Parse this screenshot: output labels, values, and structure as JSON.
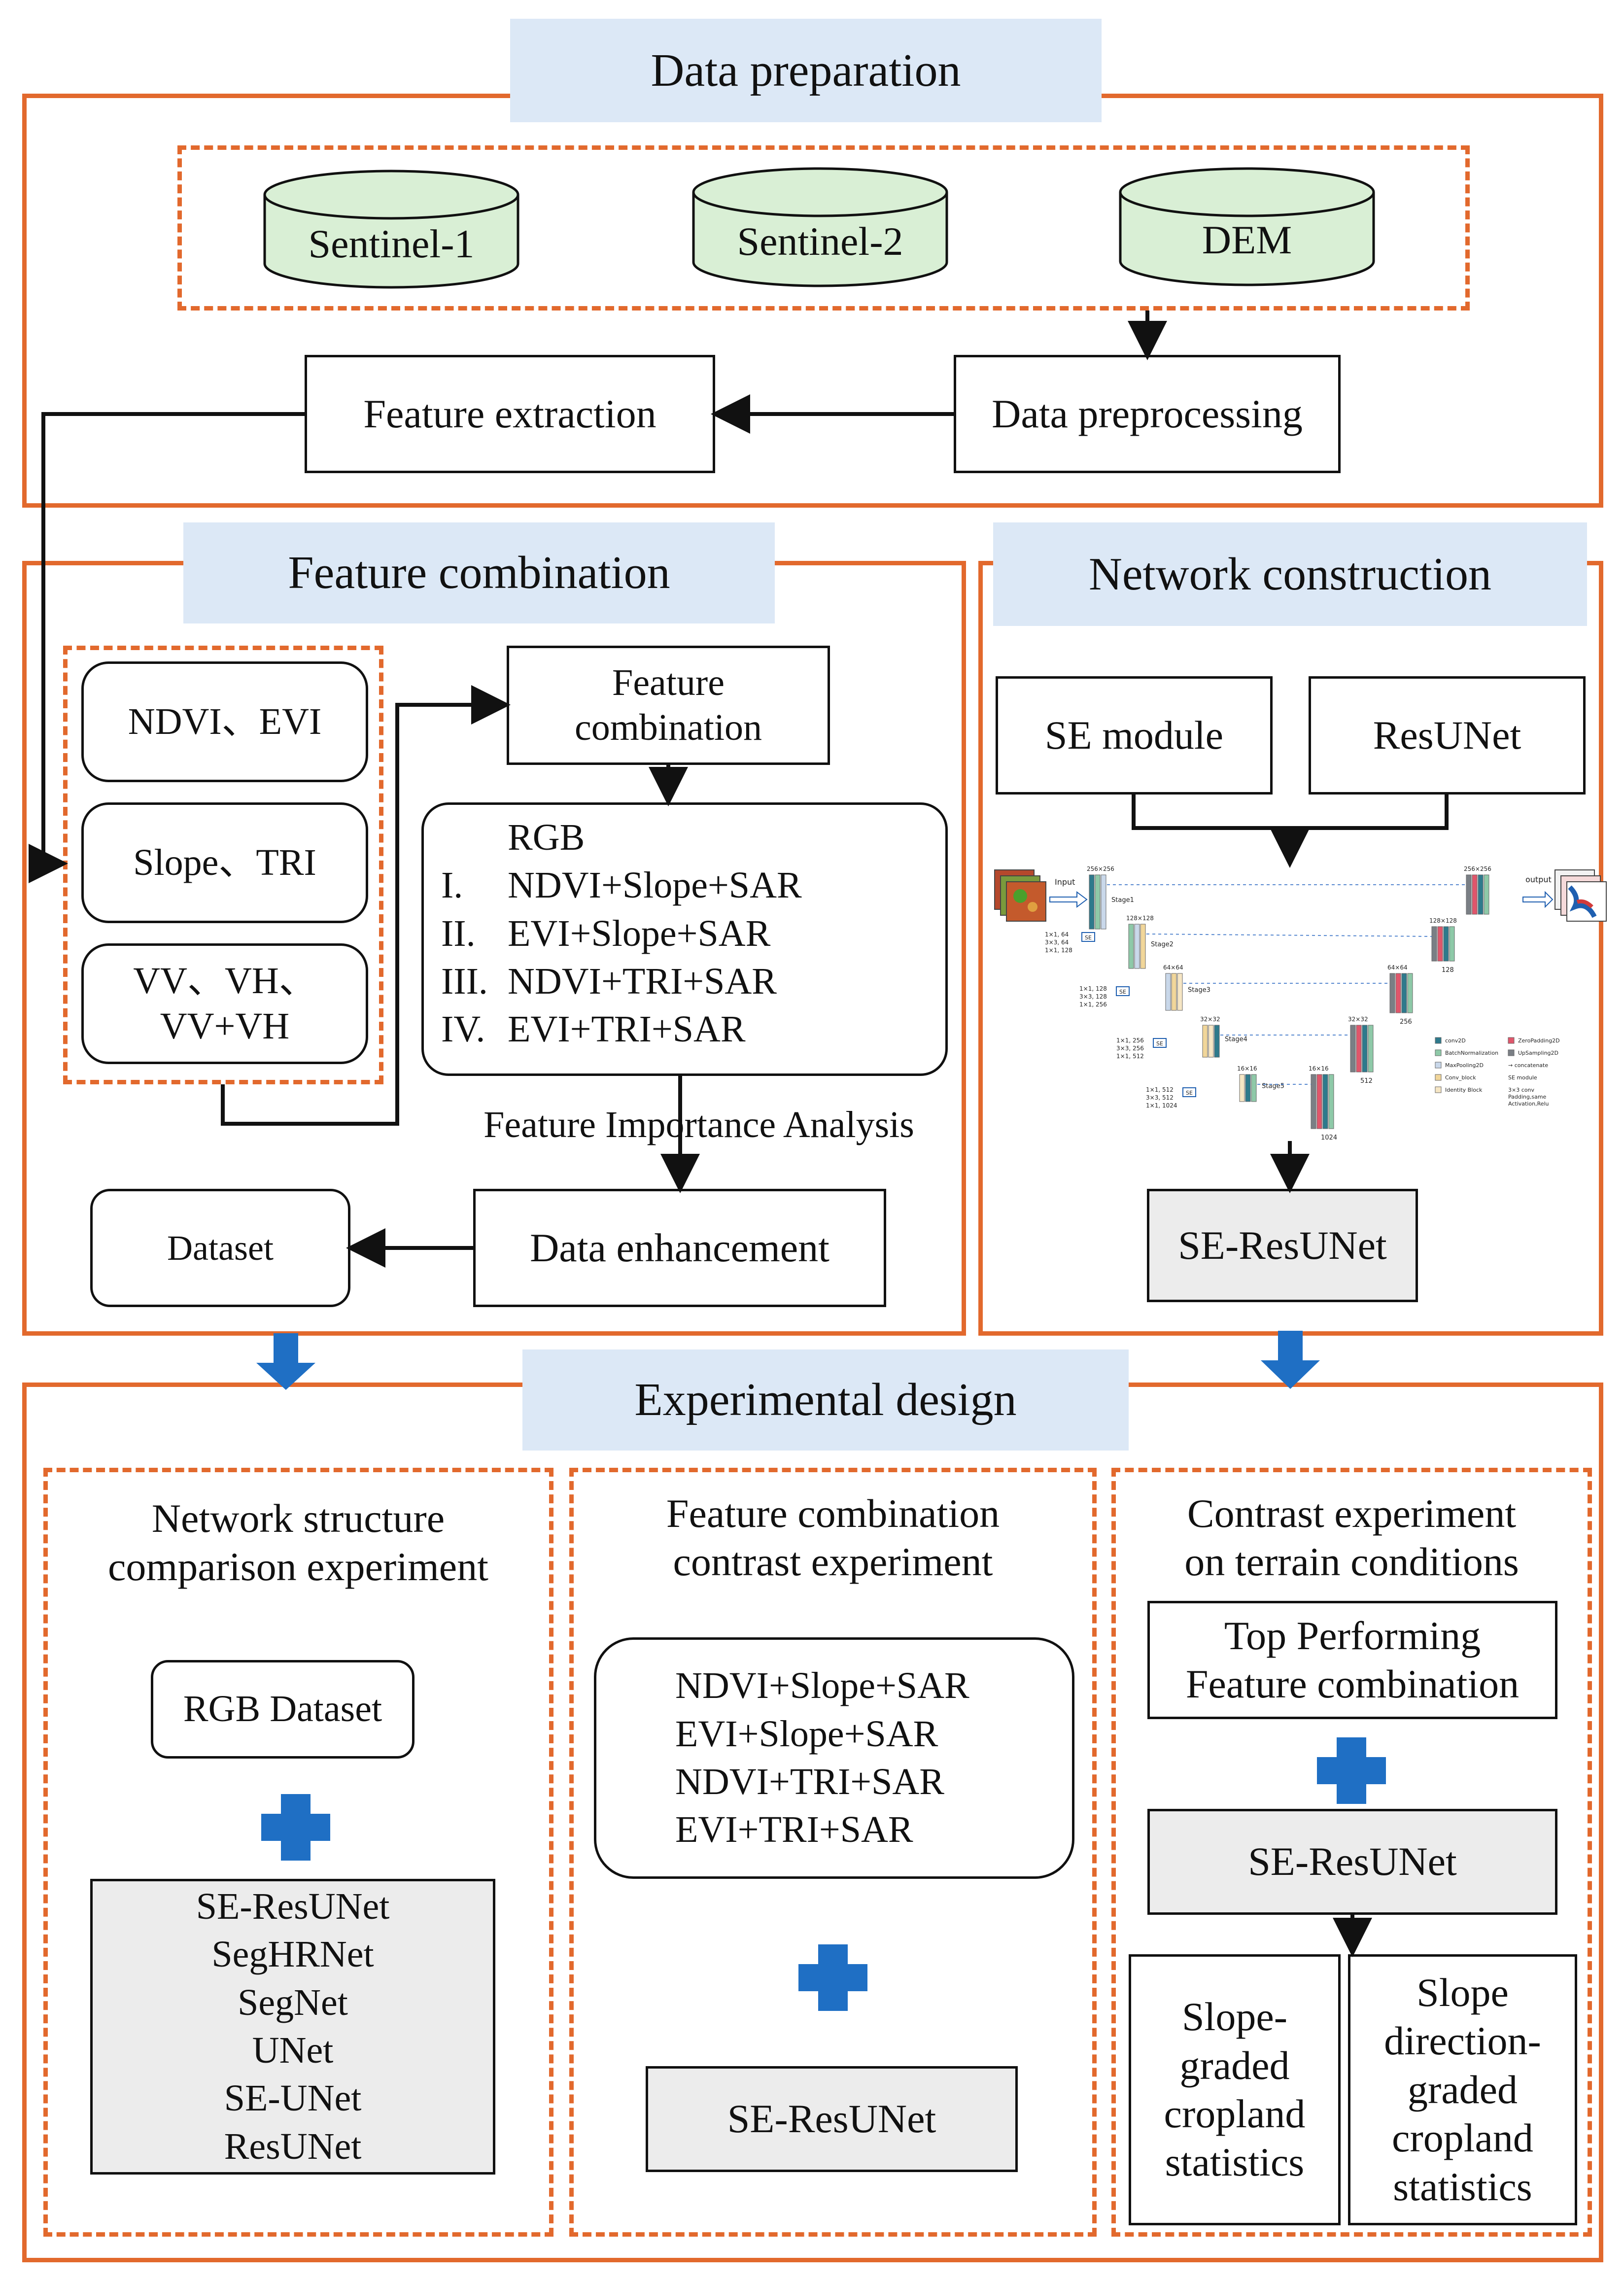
{
  "data_preparation": {
    "title": "Data preparation",
    "sources": [
      "Sentinel-1",
      "Sentinel-2",
      "DEM"
    ],
    "preprocessing": "Data preprocessing",
    "extraction": "Feature extraction"
  },
  "feature_combination": {
    "title": "Feature combination",
    "feature_groups": [
      "NDVI、EVI",
      "Slope、TRI",
      "VV、VH、\nVV+VH"
    ],
    "combination_box": "Feature\ncombination",
    "combos": [
      {
        "num": "",
        "text": "RGB"
      },
      {
        "num": "I.",
        "text": "NDVI+Slope+SAR"
      },
      {
        "num": "II.",
        "text": "EVI+Slope+SAR"
      },
      {
        "num": "III.",
        "text": "NDVI+TRI+SAR"
      },
      {
        "num": "IV.",
        "text": "EVI+TRI+SAR"
      }
    ],
    "importance": "Feature Importance Analysis",
    "enhancement": "Data enhancement",
    "dataset": "Dataset"
  },
  "network_construction": {
    "title": "Network construction",
    "se_module": "SE module",
    "resunet": "ResUNet",
    "result": "SE-ResUNet",
    "diagram": {
      "input": "Input",
      "output": "output",
      "stages": [
        "Stage1",
        "Stage2",
        "Stage3",
        "Stage4",
        "Stage5"
      ],
      "dims": [
        "256×256",
        "128×128",
        "64×64",
        "32×32",
        "16×16",
        "256×256",
        "128×128",
        "64×64",
        "32×32",
        "16×16"
      ],
      "channels": [
        "128",
        "256",
        "512",
        "1024"
      ],
      "kernels": [
        "1×1, 64\n3×3, 64\n1×1, 128",
        "1×1, 128\n3×3, 128\n1×1, 256",
        "1×1, 256\n3×3, 256\n1×1, 512",
        "1×1, 512\n3×3, 512\n1×1, 1024"
      ],
      "legend": [
        "conv2D",
        "BatchNormalization",
        "MaxPooling2D",
        "Conv_block",
        "Identity Block",
        "ZeroPadding2D",
        "UpSampling2D",
        "concatenate",
        "SE module",
        "3×3 conv, Padding,same, Activation,Relu"
      ],
      "se_tag": "SE",
      "colors": {
        "conv": "#2e7a8c",
        "bn": "#8ec9a8",
        "pool": "#c9d8ea",
        "convblock": "#f1d69a",
        "identity": "#f6e6c4",
        "zeropad": "#e0566b",
        "upsample": "#7a7f85",
        "input": "#4aa02c",
        "output": "#1f5fb0"
      }
    }
  },
  "experimental_design": {
    "title": "Experimental design",
    "network_structure": {
      "title": "Network structure\ncomparison experiment",
      "dataset": "RGB Dataset",
      "models": [
        "SE-ResUNet",
        "SegHRNet",
        "SegNet",
        "UNet",
        "SE-UNet",
        "ResUNet"
      ]
    },
    "feature_contrast": {
      "title": "Feature combination\ncontrast experiment",
      "combos": [
        "NDVI+Slope+SAR",
        "EVI+Slope+SAR",
        "NDVI+TRI+SAR",
        "EVI+TRI+SAR"
      ],
      "model": "SE-ResUNet"
    },
    "terrain": {
      "title": "Contrast experiment\non terrain conditions",
      "top": "Top Performing\nFeature combination",
      "model": "SE-ResUNet",
      "slope_stats": "Slope-\ngraded\ncropland\nstatistics",
      "direction_stats": "Slope\ndirection-\ngraded\ncropland\nstatistics"
    }
  },
  "colors": {
    "panel_border": "#e2692d",
    "title_band": "#dce8f6",
    "cylinder": "#d9efd5",
    "flow_arrow": "#1f6fc4",
    "plus": "#1f6fc4",
    "grey_box": "#ececec"
  }
}
